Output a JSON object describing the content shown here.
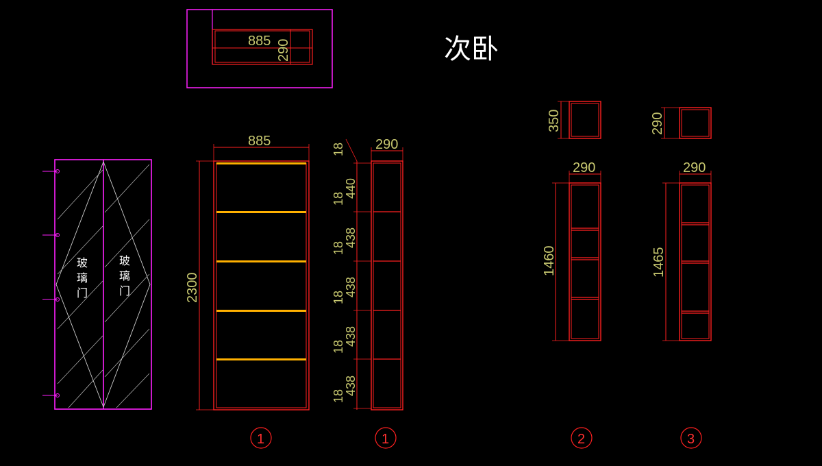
{
  "drawing": {
    "title": "次卧",
    "plan": {
      "width": "885",
      "depth": "290"
    },
    "glass_door": {
      "left_label": [
        "玻",
        "璃",
        "门"
      ],
      "right_label": [
        "玻",
        "璃",
        "门"
      ]
    },
    "cabinet_1": {
      "width": "885",
      "height": "2300",
      "depth": "290",
      "shelf_thickness": [
        "18",
        "18",
        "18",
        "18",
        "18",
        "18"
      ],
      "shelf_gaps": [
        "440",
        "438",
        "438",
        "438",
        "438"
      ],
      "marker": "1",
      "side_marker": "1"
    },
    "cabinet_2": {
      "top_depth": "350",
      "width": "290",
      "height": "1460",
      "marker": "2"
    },
    "cabinet_3": {
      "top_depth": "290",
      "width": "290",
      "height": "1465",
      "marker": "3"
    }
  },
  "colors": {
    "background": "#000000",
    "outline": "#ff2020",
    "shelf": "#ffb000",
    "glass_frame": "#ff20ff",
    "dimension_text": "#c8c870",
    "hatch": "#cfcfcf"
  }
}
